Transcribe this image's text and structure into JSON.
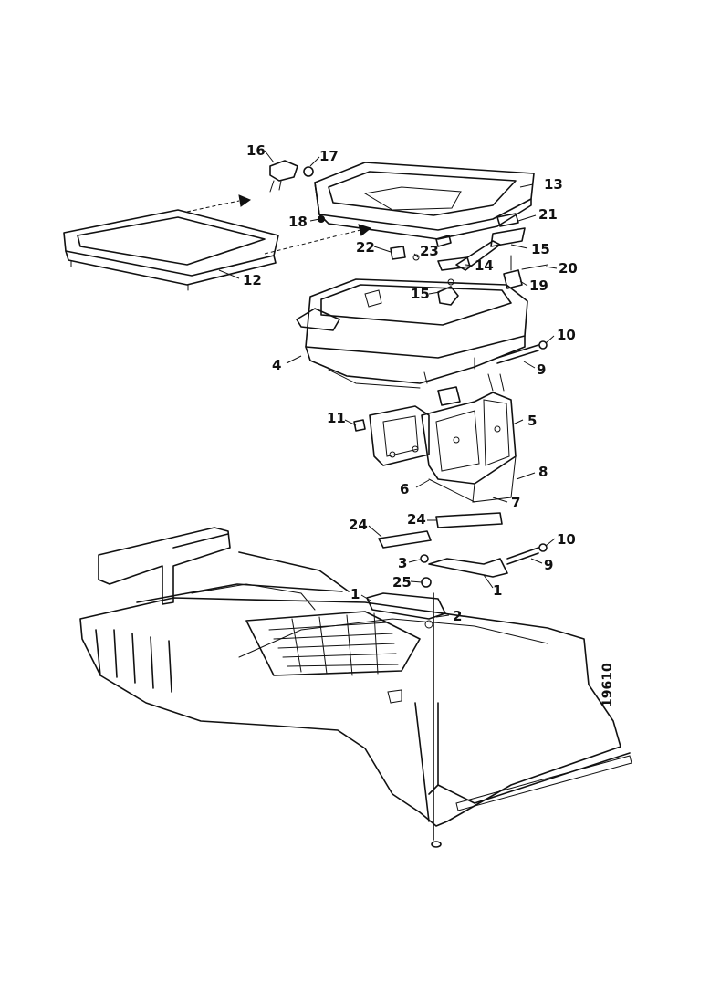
{
  "diagram": {
    "callouts": {
      "c1a": "1",
      "c1b": "1",
      "c2": "2",
      "c3": "3",
      "c4": "4",
      "c5": "5",
      "c6": "6",
      "c7": "7",
      "c8": "8",
      "c9a": "9",
      "c9b": "9",
      "c10a": "10",
      "c10b": "10",
      "c11": "11",
      "c12": "12",
      "c13": "13",
      "c14": "14",
      "c15a": "15",
      "c15b": "15",
      "c16": "16",
      "c17": "17",
      "c18": "18",
      "c19": "19",
      "c20": "20",
      "c21": "21",
      "c22": "22",
      "c23": "23",
      "c24a": "24",
      "c24b": "24",
      "c25": "25"
    },
    "drawing_number": "19610"
  }
}
